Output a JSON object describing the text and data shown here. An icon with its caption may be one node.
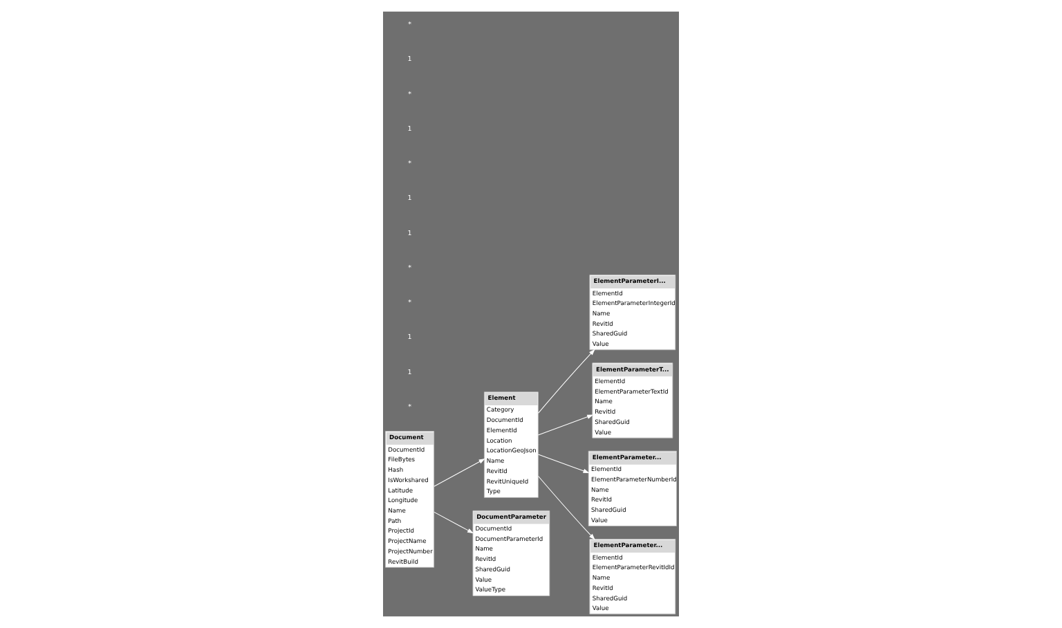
{
  "diagram": {
    "nodes": [
      {
        "text": [
          "Document",
          "DocumentId",
          "FileBytes",
          "Hash",
          "IsWorkshared",
          "Latitude",
          "Longitude",
          "Name",
          "Path",
          "ProjectId",
          "ProjectName",
          "ProjectNumber",
          "RevitBuild"
        ]
      },
      {
        "text": [
          "Element",
          "Category",
          "DocumentId",
          "ElementId",
          "Location",
          "LocationGeoJson",
          "Name",
          "RevitId",
          "RevitUniqueId",
          "Type"
        ]
      },
      {
        "text": [
          "DocumentParameter",
          "DocumentId",
          "DocumentParameterId",
          "Name",
          "RevitId",
          "SharedGuid",
          "Value",
          "ValueType"
        ]
      },
      {
        "text": [
          "ElementParameterI...",
          "ElementId",
          "ElementParameterIntegerId",
          "Name",
          "RevitId",
          "SharedGuid",
          "Value"
        ]
      },
      {
        "text": [
          "ElementParameterT...",
          "ElementId",
          "ElementParameterTextId",
          "Name",
          "RevitId",
          "SharedGuid",
          "Value"
        ]
      },
      {
        "text": [
          "ElementParameter...",
          "ElementId",
          "ElementParameterNumberId",
          "Name",
          "RevitId",
          "SharedGuid",
          "Value"
        ]
      },
      {
        "text": [
          "ElementParameter...",
          "ElementId",
          "ElementParameterRevitIdId",
          "Name",
          "RevitId",
          "SharedGuid",
          "Value"
        ]
      }
    ],
    "edges": [
      {
        "from": 1,
        "to": 3,
        "arrow": "to"
      },
      {
        "from": 0,
        "to": 1,
        "arrow": "to"
      },
      {
        "from": 1,
        "to": 4,
        "arrow": "to"
      },
      {
        "from": 1,
        "to": 5,
        "arrow": "to"
      },
      {
        "from": 0,
        "to": 2,
        "arrow": "to"
      },
      {
        "from": 1,
        "to": 6,
        "arrow": "to"
      }
    ],
    "labels": [
      "*",
      "1",
      "1",
      "*",
      "*",
      "1",
      "1",
      "*",
      "1",
      "*",
      "1",
      "*"
    ]
  }
}
